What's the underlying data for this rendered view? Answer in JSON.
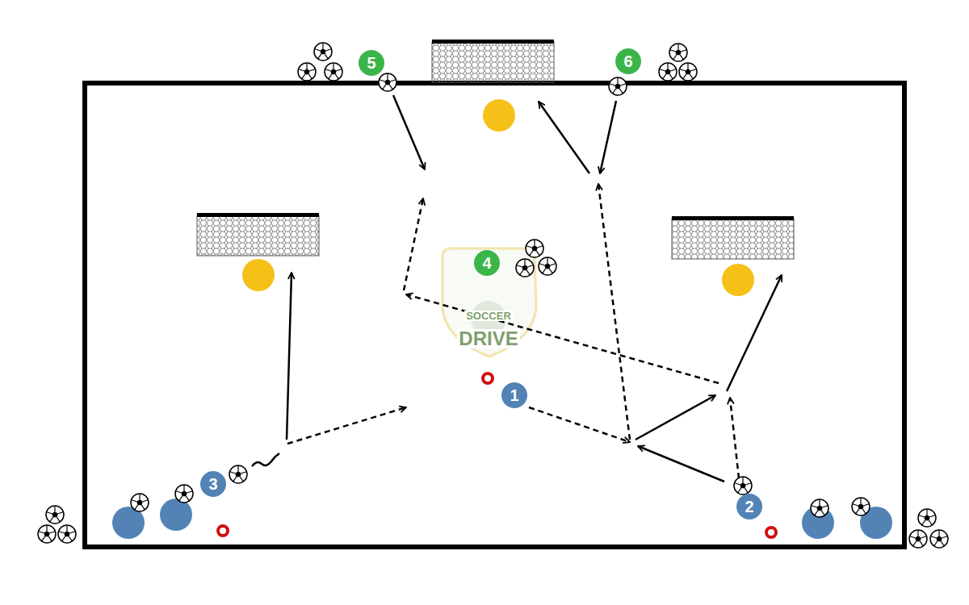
{
  "diagram": {
    "nodes": [
      {
        "text": [
          "5"
        ]
      },
      {
        "text": [
          "6"
        ]
      },
      {
        "text": [
          "4"
        ]
      },
      {
        "text": [
          "1"
        ]
      },
      {
        "text": [
          "3"
        ]
      },
      {
        "text": [
          "2"
        ]
      }
    ],
    "labels": [
      "SOCCER",
      "DRIVE"
    ]
  }
}
